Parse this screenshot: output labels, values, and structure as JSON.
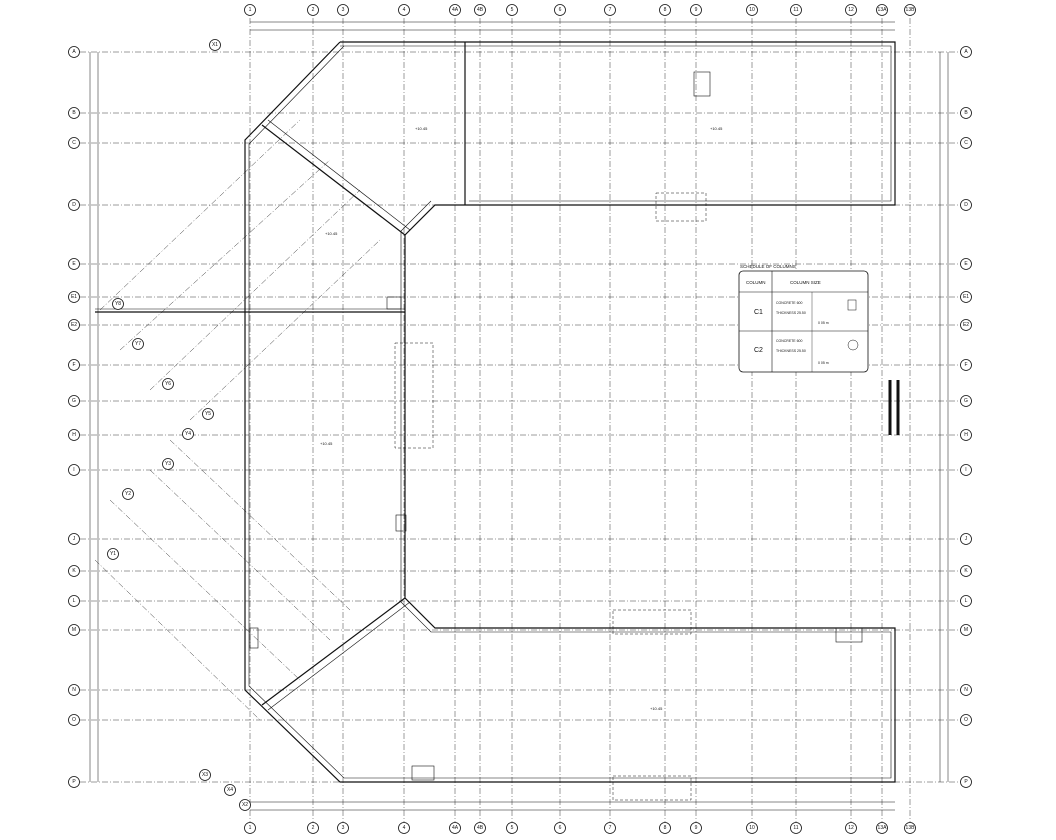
{
  "drawing": {
    "grid_columns": [
      "1",
      "2",
      "3",
      "4",
      "4A",
      "4B",
      "5",
      "6",
      "7",
      "8",
      "9",
      "10",
      "11",
      "12",
      "13A",
      "13B"
    ],
    "grid_rows": [
      "A",
      "B",
      "C",
      "D",
      "E",
      "E1",
      "E2",
      "F",
      "G",
      "H",
      "I",
      "J",
      "K",
      "L",
      "M",
      "N",
      "O",
      "P"
    ],
    "diagonal_axes": [
      "Y1",
      "Y2",
      "Y3",
      "Y4",
      "Y5",
      "Y6",
      "Y7",
      "Y8"
    ],
    "side_markers": [
      "X1",
      "X2",
      "X3",
      "X4"
    ],
    "level_marks": [
      "+10.45",
      "+10.45",
      "+10.45",
      "+10.45",
      "+10.45"
    ],
    "legend": {
      "title": "SCHEDULE OF COLUMNS",
      "header_code": "COLUMN",
      "header_desc": "COLUMN SIZE",
      "rows": [
        {
          "code": "C1",
          "lines": [
            "CONCRETE  600",
            "THICKNESS  25.50",
            "0 05 m"
          ]
        },
        {
          "code": "C2",
          "lines": [
            "CONCRETE  600",
            "THICKNESS  25.50",
            "0 05 m"
          ]
        }
      ]
    }
  }
}
